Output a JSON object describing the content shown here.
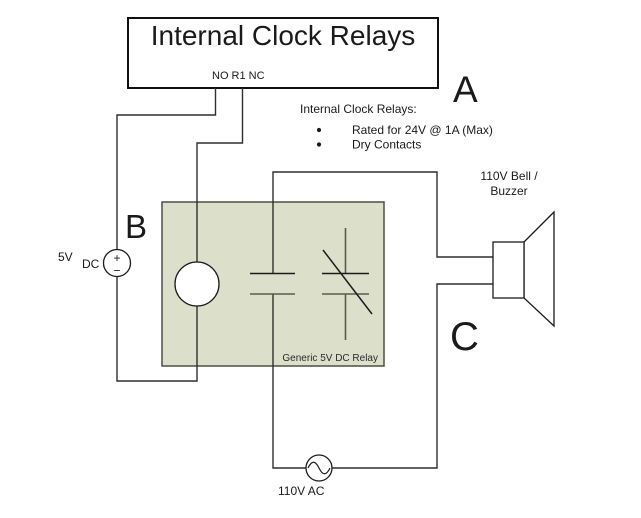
{
  "colors": {
    "background": "#ffffff",
    "wire": "#2f2f2f",
    "relay_fill": "#dce0cb",
    "relay_border": "#4e4e44",
    "box_border": "#111111",
    "text": "#1a1a1a"
  },
  "clock_relays": {
    "title": "Internal Clock Relays",
    "terminals": "NO R1 NC"
  },
  "markers": {
    "a": "A",
    "b": "B",
    "c": "C"
  },
  "notes": {
    "heading": "Internal Clock Relays:",
    "bullets": [
      "Rated for 24V @ 1A (Max)",
      "Dry Contacts"
    ]
  },
  "relay": {
    "label": "Generic 5V DC Relay"
  },
  "dc_source": {
    "voltage": "5V",
    "kind": "DC",
    "plus": "+",
    "minus": "−"
  },
  "ac_source": {
    "label": "110V AC"
  },
  "bell": {
    "label_line1": "110V Bell /",
    "label_line2": "Buzzer"
  }
}
